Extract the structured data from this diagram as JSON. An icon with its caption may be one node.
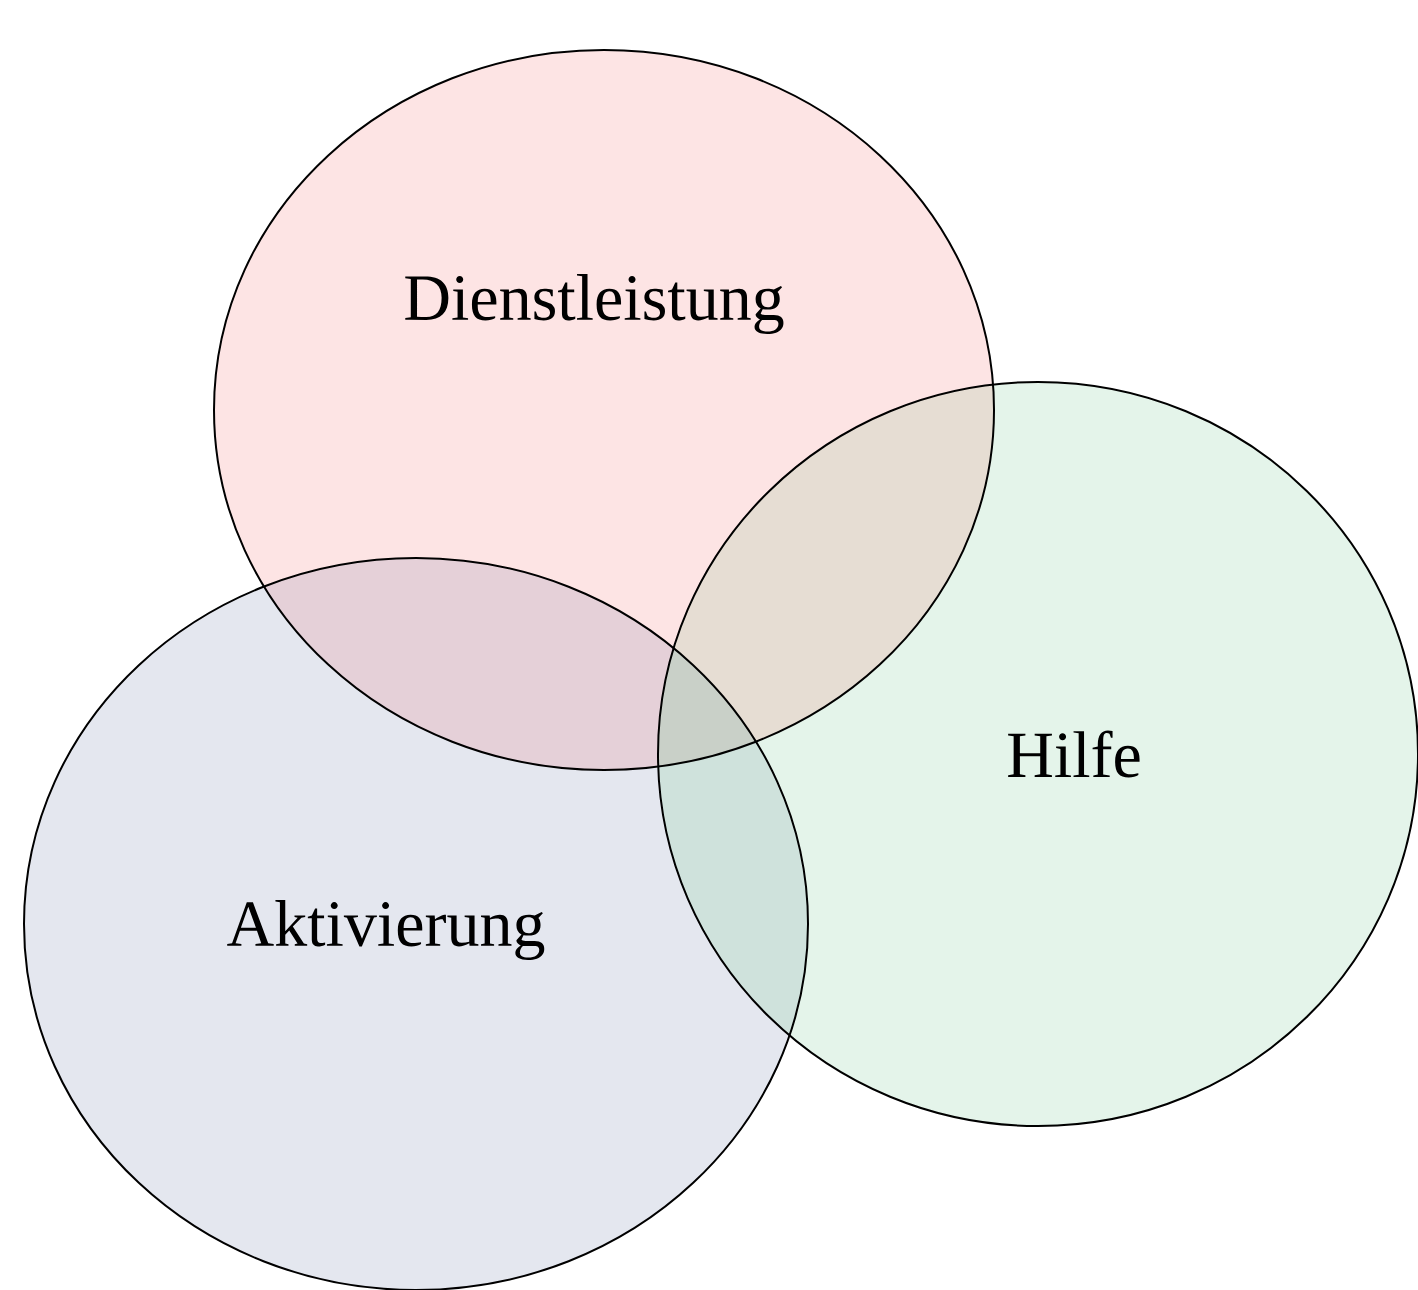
{
  "diagram": {
    "nodes": [
      {
        "text": [
          "Dienstleistung"
        ]
      },
      {
        "text": [
          "Hilfe"
        ]
      },
      {
        "text": [
          "Aktivierung"
        ]
      }
    ]
  }
}
